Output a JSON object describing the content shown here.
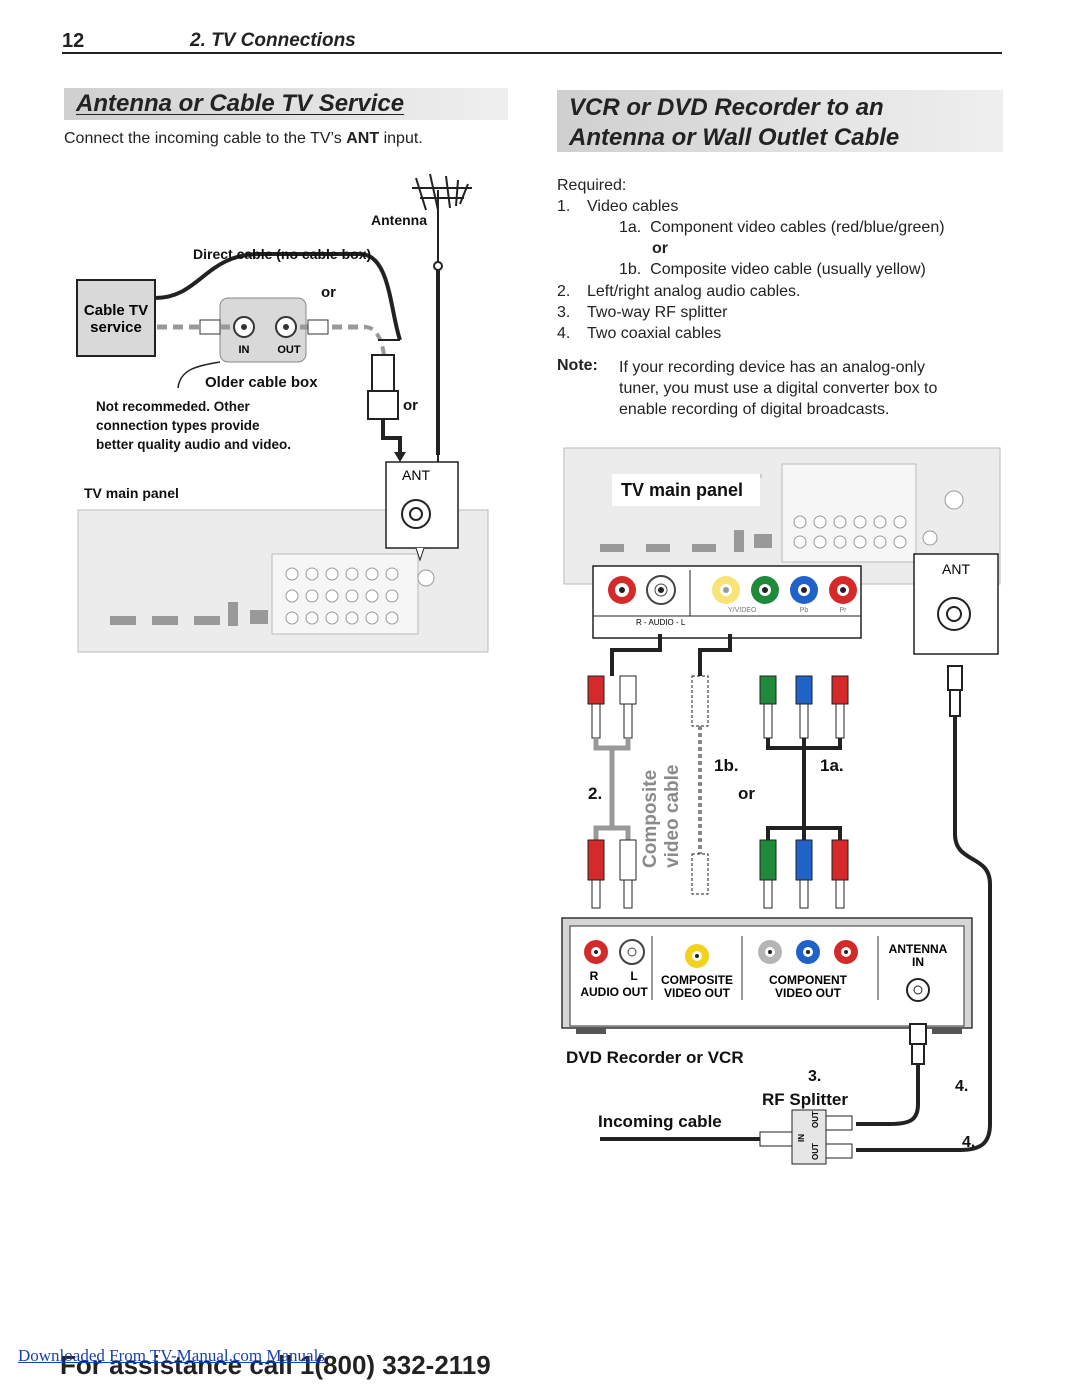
{
  "header": {
    "page_number": "12",
    "section": "2. TV Connections"
  },
  "left": {
    "title": "Antenna or Cable TV Service",
    "intro_prefix": "Connect the incoming cable to the TV’s ",
    "intro_bold": "ANT",
    "intro_suffix": " input.",
    "antenna_label": "Antenna",
    "direct_cable_label": "Direct cable (no cable box)",
    "or_1": "or",
    "cable_service_line1": "Cable TV",
    "cable_service_line2": "service",
    "box_in": "IN",
    "box_out": "OUT",
    "older_cable_box": "Older cable box",
    "note_line1": "Not recommeded.  Other",
    "note_line2": "connection types provide",
    "note_line3": "better quality audio and video.",
    "or_2": "or",
    "ant_label": "ANT",
    "tv_main_panel": "TV main panel"
  },
  "right": {
    "title_line1": "VCR or DVD Recorder to an",
    "title_line2": "Antenna or Wall Outlet Cable",
    "required_label": "Required:",
    "items": [
      {
        "num": "1.",
        "text": "Video cables"
      },
      {
        "num": "1a.",
        "text": "Component video cables (red/blue/green)"
      },
      {
        "num": "",
        "text": "or"
      },
      {
        "num": "1b.",
        "text": "Composite video cable (usually yellow)"
      },
      {
        "num": "2.",
        "text": "Left/right analog audio cables."
      },
      {
        "num": "3.",
        "text": "Two-way RF splitter"
      },
      {
        "num": "4.",
        "text": "Two coaxial cables"
      }
    ],
    "note_label": "Note:",
    "note_line1": "If your recording device has an analog-only",
    "note_line2": "tuner, you must use a digital converter box to",
    "note_line3": "enable recording of digital broadcasts.",
    "tv_main_panel": "TV main panel",
    "ant_label": "ANT",
    "panel_audio_label": "R - AUDIO - L",
    "panel_yvideo": "Y/VIDEO",
    "panel_pb": "Pb",
    "panel_pr": "Pr",
    "label_1b": "1b.",
    "label_1a": "1a.",
    "label_2": "2.",
    "label_or": "or",
    "composite_line1": "Composite",
    "composite_line2": "video cable",
    "dev_r": "R",
    "dev_l": "L",
    "dev_audio_out": "AUDIO OUT",
    "dev_composite": "COMPOSITE",
    "dev_composite_out": "VIDEO OUT",
    "dev_component": "COMPONENT",
    "dev_component_out": "VIDEO OUT",
    "dev_antenna": "ANTENNA",
    "dev_antenna_in": "IN",
    "dvd_label": "DVD Recorder or VCR",
    "label_3": "3.",
    "rf_splitter": "RF Splitter",
    "label_4a": "4.",
    "label_4b": "4.",
    "incoming_cable": "Incoming cable",
    "splitter_in": "IN",
    "splitter_out1": "OUT",
    "splitter_out2": "OUT"
  },
  "footer": {
    "assistance": "For assistance call 1(800) 332-2119",
    "downloaded": "Downloaded From TV-Manual.com Manuals"
  },
  "colors": {
    "red": "#d42a2a",
    "blue": "#1f62c8",
    "green": "#1e8a3a",
    "yellow": "#f2d21c",
    "panel_grey": "#ececec"
  }
}
